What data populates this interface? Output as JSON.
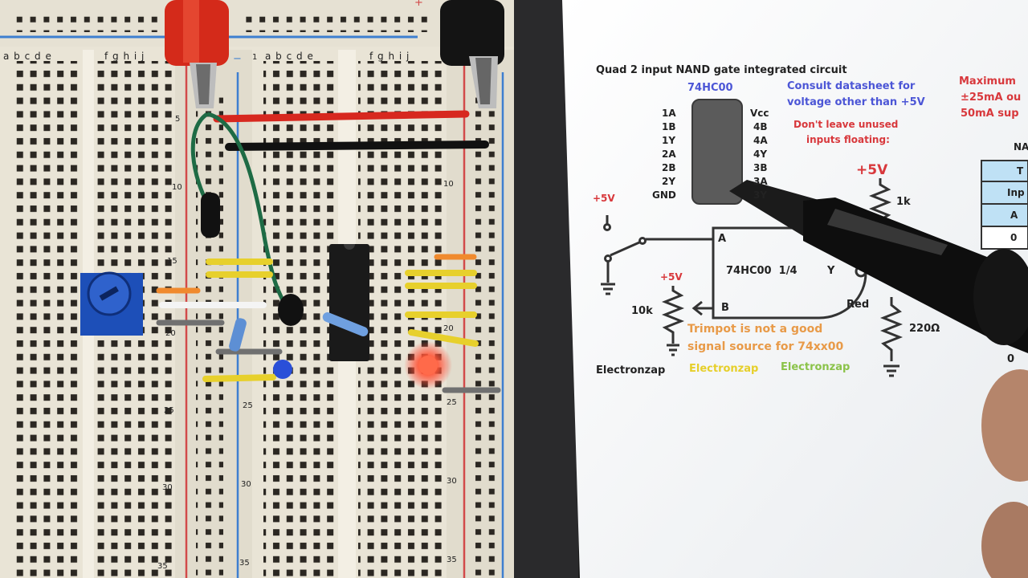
{
  "breadboard": {
    "col_letters_left": "a b c d e",
    "col_letters_right": "f g h i j",
    "col_letters_left2": "a b c d e",
    "col_letters_right2": "f g h i j",
    "row_numbers": [
      "5",
      "10",
      "15",
      "20",
      "25",
      "30",
      "35"
    ],
    "row_one": "1",
    "plus_sign": "+",
    "minus_sign": "−"
  },
  "sheet": {
    "title": "Quad 2 input NAND gate integrated circuit",
    "chip_name": "74HC00",
    "pins_left": [
      "1A",
      "1B",
      "1Y",
      "2A",
      "2B",
      "2Y",
      "GND"
    ],
    "pins_right": [
      "Vcc",
      "4B",
      "4A",
      "4Y",
      "3B",
      "3A",
      "3Y"
    ],
    "note_blue_1": "Consult datasheet for",
    "note_blue_2": "voltage other than +5V",
    "note_red_1": "Don't leave unused",
    "note_red_2": "inputs floating:",
    "note_max_1": "Maximum",
    "note_max_2": "±25mA ou",
    "note_max_3": "50mA sup",
    "table_header": "NA",
    "table_cells": [
      "T",
      "Inp",
      "A",
      "0"
    ],
    "plus5_top": "+5V",
    "plus5_left": "+5V",
    "plus5_mid": "+5V",
    "r_1k": "1k",
    "r_10k": "10k",
    "r_220": "220Ω",
    "gate_a": "A",
    "gate_b": "B",
    "gate_y": "Y",
    "gate_label": "74HC00  1/4",
    "led_label": "Red",
    "trimpot_1": "Trimpot is not a good",
    "trimpot_2": "signal source for 74xx00",
    "wm1": "Electronzap",
    "wm2": "Electronzap",
    "wm3": "Electronzap",
    "zero_bottom": "0"
  },
  "colors": {
    "board": "#e9e4d6",
    "hole": "#2b2722",
    "rail_red": "#d24a4a",
    "rail_blue": "#3e7fd0",
    "ink_blue": "#4c56d6",
    "ink_red": "#d8383c",
    "ink_orange": "#e89a48",
    "ink_yellow": "#e6cf2a",
    "ink_green": "#8bc34a",
    "table_fill": "#bfe1f5"
  }
}
